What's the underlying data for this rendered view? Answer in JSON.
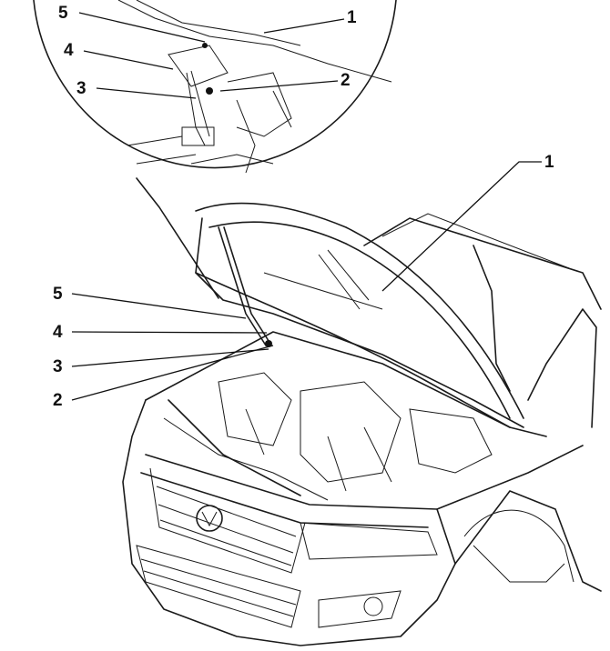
{
  "inset_callouts": [
    {
      "number": "5"
    },
    {
      "number": "1"
    },
    {
      "number": "4"
    },
    {
      "number": "3"
    },
    {
      "number": "2"
    }
  ],
  "main_callouts": [
    {
      "number": "1"
    },
    {
      "number": "5"
    },
    {
      "number": "4"
    },
    {
      "number": "3"
    },
    {
      "number": "2"
    }
  ]
}
